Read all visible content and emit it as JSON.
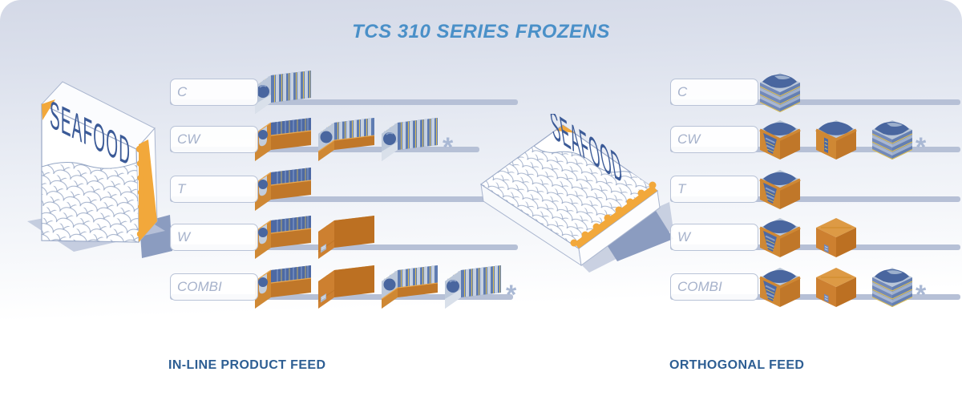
{
  "title": "TCS 310 SERIES FROZENS",
  "product_label": "SEAFOOD",
  "asterisk_symbol": "*",
  "sections": [
    {
      "id": "inline",
      "caption": "IN-LINE PRODUCT FEED",
      "product_icon": "seafood-carton-upright",
      "rows": [
        {
          "label": "C",
          "items": [
            "bundle"
          ],
          "asterisk": false
        },
        {
          "label": "CW",
          "items": [
            "tray-high",
            "tray-low",
            "bundle"
          ],
          "asterisk": true
        },
        {
          "label": "T",
          "items": [
            "tray-high"
          ],
          "asterisk": false
        },
        {
          "label": "W",
          "items": [
            "tray-high",
            "case"
          ],
          "asterisk": false
        },
        {
          "label": "COMBI",
          "items": [
            "tray-high",
            "case",
            "tray-low",
            "bundle"
          ],
          "asterisk": true
        }
      ]
    },
    {
      "id": "orthogonal",
      "caption": "ORTHOGONAL FEED",
      "product_icon": "seafood-carton-flat",
      "rows": [
        {
          "label": "C",
          "items": [
            "stack"
          ],
          "asterisk": false
        },
        {
          "label": "CW",
          "items": [
            "tray-open",
            "tray-window",
            "stack"
          ],
          "asterisk": true
        },
        {
          "label": "T",
          "items": [
            "tray-open"
          ],
          "asterisk": false
        },
        {
          "label": "W",
          "items": [
            "tray-open",
            "case-cube"
          ],
          "asterisk": false
        },
        {
          "label": "COMBI",
          "items": [
            "tray-open",
            "case-cube",
            "stack"
          ],
          "asterisk": true
        }
      ]
    }
  ],
  "colors": {
    "background_top": "#d5dae8",
    "line": "#b6c0d6",
    "row_label_text": "#a6b2cb",
    "title": "#4a90c8",
    "caption": "#2d5e93",
    "accent_orange": "#f2a83b",
    "carton_orange": "#cf8834",
    "pack_blue": "#49669f",
    "pack_stripe_yellow": "#ddbf55"
  }
}
